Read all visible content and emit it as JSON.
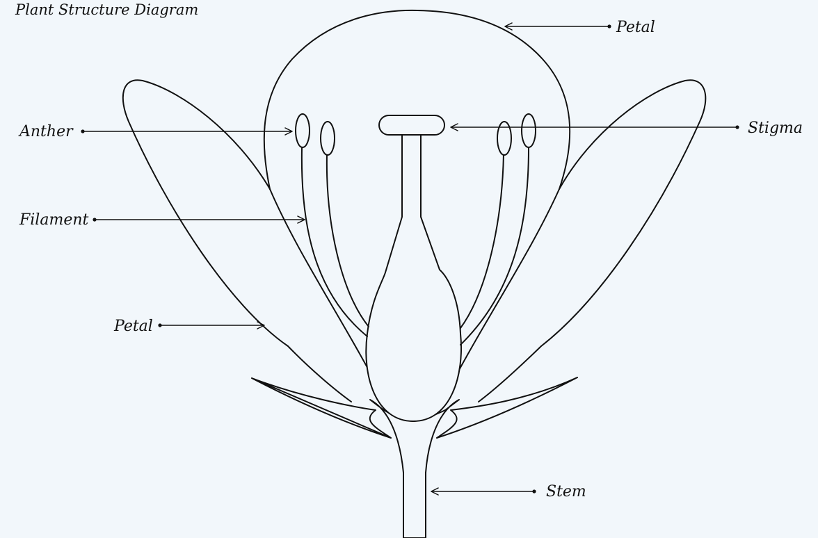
{
  "title": "Plant Structure Diagram",
  "labels": {
    "petal_top": "Petal",
    "stigma": "Stigma",
    "anther": "Anther",
    "filament": "Filament",
    "petal_left": "Petal",
    "stem": "Stem"
  }
}
